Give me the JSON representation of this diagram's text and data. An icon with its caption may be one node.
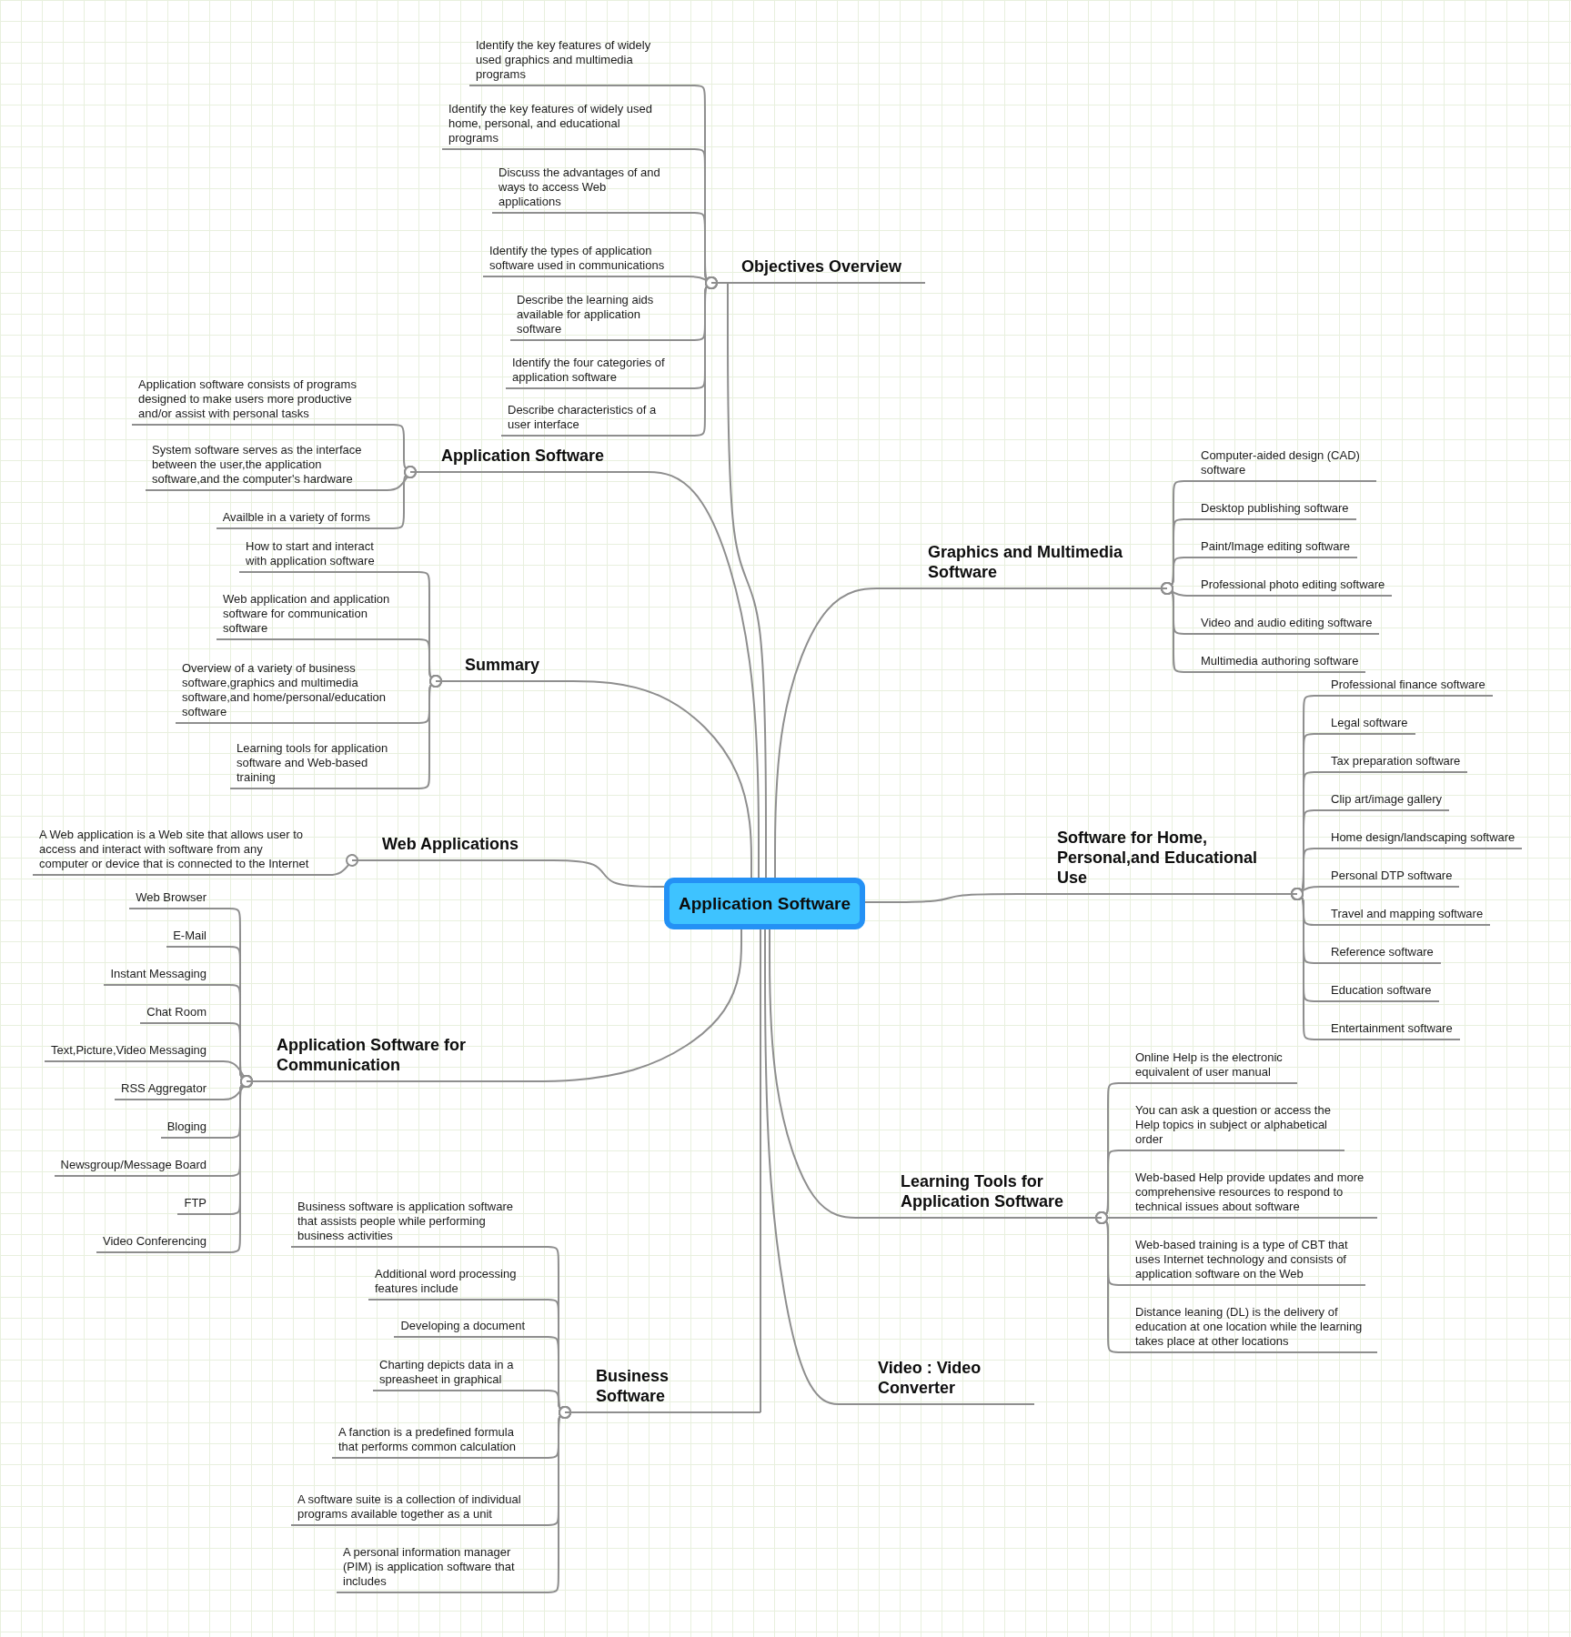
{
  "diagram": {
    "nodes": [
      {
        "text": [
          "Application Software"
        ]
      },
      {
        "text": [
          "Objectives Overview"
        ]
      },
      {
        "text": [
          "Identify the key features of widely used graphics and multimedia programs"
        ]
      },
      {
        "text": [
          "Identify the key features of widely used home, personal, and educational programs"
        ]
      },
      {
        "text": [
          "Discuss the advantages of and ways to access Web applications"
        ]
      },
      {
        "text": [
          "Identify the types of application software used in communications"
        ]
      },
      {
        "text": [
          "Describe the learning aids available for application software"
        ]
      },
      {
        "text": [
          "Identify the four categories of application software"
        ]
      },
      {
        "text": [
          "Describe characteristics of a user interface"
        ]
      },
      {
        "text": [
          "Graphics and Multimedia Software"
        ]
      },
      {
        "text": [
          "Computer-aided design (CAD) software"
        ]
      },
      {
        "text": [
          "Desktop publishing software"
        ]
      },
      {
        "text": [
          "Paint/Image editing software"
        ]
      },
      {
        "text": [
          "Professional photo editing software"
        ]
      },
      {
        "text": [
          "Video and audio editing software"
        ]
      },
      {
        "text": [
          "Multimedia authoring software"
        ]
      },
      {
        "text": [
          "Software for Home, Personal,and Educational Use"
        ]
      },
      {
        "text": [
          "Professional finance software"
        ]
      },
      {
        "text": [
          "Legal software"
        ]
      },
      {
        "text": [
          "Tax preparation software"
        ]
      },
      {
        "text": [
          "Clip art/image gallery"
        ]
      },
      {
        "text": [
          "Home design/landscaping software"
        ]
      },
      {
        "text": [
          "Personal DTP software"
        ]
      },
      {
        "text": [
          "Travel and mapping software"
        ]
      },
      {
        "text": [
          "Reference software"
        ]
      },
      {
        "text": [
          "Education software"
        ]
      },
      {
        "text": [
          "Entertainment software"
        ]
      },
      {
        "text": [
          "Learning Tools for Application Software"
        ]
      },
      {
        "text": [
          "Online Help is the electronic equivalent of user manual"
        ]
      },
      {
        "text": [
          "You can ask a question or access the Help topics in subject or alphabetical order"
        ]
      },
      {
        "text": [
          "Web-based Help provide updates and more comprehensive resources to respond to technical issues about software"
        ]
      },
      {
        "text": [
          "Web-based training is a type of CBT that uses Internet technology and consists of application software on the Web"
        ]
      },
      {
        "text": [
          "Distance leaning (DL) is the delivery of education at one location while the learning takes place at other locations"
        ]
      },
      {
        "text": [
          "Video : Video Converter"
        ]
      },
      {
        "text": [
          "Business Software"
        ]
      },
      {
        "text": [
          "Business software is application software that assists people while performing business activities"
        ]
      },
      {
        "text": [
          "Additional word processing features include"
        ]
      },
      {
        "text": [
          "Developing a document"
        ]
      },
      {
        "text": [
          "Charting depicts data in a spreasheet in graphical"
        ]
      },
      {
        "text": [
          "A fanction is a predefined formula that performs common calculation"
        ]
      },
      {
        "text": [
          "A software suite is a collection of individual programs available together as a unit"
        ]
      },
      {
        "text": [
          "A personal information manager (PIM) is application software that includes"
        ]
      },
      {
        "text": [
          "Application Software for Communication"
        ]
      },
      {
        "text": [
          "Web Browser"
        ]
      },
      {
        "text": [
          "E-Mail"
        ]
      },
      {
        "text": [
          "Instant Messaging"
        ]
      },
      {
        "text": [
          "Chat Room"
        ]
      },
      {
        "text": [
          "Text,Picture,Video Messaging"
        ]
      },
      {
        "text": [
          "RSS Aggregator"
        ]
      },
      {
        "text": [
          "Bloging"
        ]
      },
      {
        "text": [
          "Newsgroup/Message Board"
        ]
      },
      {
        "text": [
          "FTP"
        ]
      },
      {
        "text": [
          "Video Conferencing"
        ]
      },
      {
        "text": [
          "Web Applications"
        ]
      },
      {
        "text": [
          "A Web application is a Web site that allows user to access and interact with software from any computer or device that is connected to the Internet"
        ]
      },
      {
        "text": [
          "Summary"
        ]
      },
      {
        "text": [
          "How to start and interact with application software"
        ]
      },
      {
        "text": [
          "Web application and application software for communication software"
        ]
      },
      {
        "text": [
          "Overview of a variety of business software,graphics and multimedia software,and home/personal/education software"
        ]
      },
      {
        "text": [
          "Learning tools for application software and Web-based training"
        ]
      },
      {
        "text": [
          "Application Software"
        ]
      },
      {
        "text": [
          "Application software consists of programs designed to make users more productive and/or assist with personal tasks"
        ]
      },
      {
        "text": [
          "System software serves as the interface between the user,the application software,and the computer's hardware"
        ]
      },
      {
        "text": [
          "Availble in a variety of forms"
        ]
      }
    ],
    "edges": [
      {
        "from": 0,
        "to": 1,
        "arrow": "none"
      },
      {
        "from": 0,
        "to": 9,
        "arrow": "none"
      },
      {
        "from": 0,
        "to": 16,
        "arrow": "none"
      },
      {
        "from": 0,
        "to": 27,
        "arrow": "none"
      },
      {
        "from": 0,
        "to": 33,
        "arrow": "none"
      },
      {
        "from": 0,
        "to": 34,
        "arrow": "none"
      },
      {
        "from": 0,
        "to": 42,
        "arrow": "none"
      },
      {
        "from": 0,
        "to": 53,
        "arrow": "none"
      },
      {
        "from": 0,
        "to": 55,
        "arrow": "none"
      },
      {
        "from": 0,
        "to": 60,
        "arrow": "none"
      },
      {
        "from": 1,
        "to": 2,
        "arrow": "other"
      },
      {
        "from": 1,
        "to": 3,
        "arrow": "other"
      },
      {
        "from": 1,
        "to": 4,
        "arrow": "other"
      },
      {
        "from": 1,
        "to": 5,
        "arrow": "other"
      },
      {
        "from": 1,
        "to": 6,
        "arrow": "other"
      },
      {
        "from": 1,
        "to": 7,
        "arrow": "other"
      },
      {
        "from": 1,
        "to": 8,
        "arrow": "other"
      },
      {
        "from": 9,
        "to": 10,
        "arrow": "other"
      },
      {
        "from": 9,
        "to": 11,
        "arrow": "other"
      },
      {
        "from": 9,
        "to": 12,
        "arrow": "other"
      },
      {
        "from": 9,
        "to": 13,
        "arrow": "other"
      },
      {
        "from": 9,
        "to": 14,
        "arrow": "other"
      },
      {
        "from": 9,
        "to": 15,
        "arrow": "other"
      },
      {
        "from": 16,
        "to": 17,
        "arrow": "other"
      },
      {
        "from": 16,
        "to": 18,
        "arrow": "other"
      },
      {
        "from": 16,
        "to": 19,
        "arrow": "other"
      },
      {
        "from": 16,
        "to": 20,
        "arrow": "other"
      },
      {
        "from": 16,
        "to": 21,
        "arrow": "other"
      },
      {
        "from": 16,
        "to": 22,
        "arrow": "other"
      },
      {
        "from": 16,
        "to": 23,
        "arrow": "other"
      },
      {
        "from": 16,
        "to": 24,
        "arrow": "other"
      },
      {
        "from": 16,
        "to": 25,
        "arrow": "other"
      },
      {
        "from": 16,
        "to": 26,
        "arrow": "other"
      },
      {
        "from": 27,
        "to": 28,
        "arrow": "other"
      },
      {
        "from": 27,
        "to": 29,
        "arrow": "other"
      },
      {
        "from": 27,
        "to": 30,
        "arrow": "other"
      },
      {
        "from": 27,
        "to": 31,
        "arrow": "other"
      },
      {
        "from": 27,
        "to": 32,
        "arrow": "other"
      },
      {
        "from": 34,
        "to": 35,
        "arrow": "other"
      },
      {
        "from": 34,
        "to": 36,
        "arrow": "other"
      },
      {
        "from": 34,
        "to": 37,
        "arrow": "other"
      },
      {
        "from": 34,
        "to": 38,
        "arrow": "other"
      },
      {
        "from": 34,
        "to": 39,
        "arrow": "other"
      },
      {
        "from": 34,
        "to": 40,
        "arrow": "other"
      },
      {
        "from": 34,
        "to": 41,
        "arrow": "other"
      },
      {
        "from": 42,
        "to": 43,
        "arrow": "other"
      },
      {
        "from": 42,
        "to": 44,
        "arrow": "other"
      },
      {
        "from": 42,
        "to": 45,
        "arrow": "other"
      },
      {
        "from": 42,
        "to": 46,
        "arrow": "other"
      },
      {
        "from": 42,
        "to": 47,
        "arrow": "other"
      },
      {
        "from": 42,
        "to": 48,
        "arrow": "other"
      },
      {
        "from": 42,
        "to": 49,
        "arrow": "other"
      },
      {
        "from": 42,
        "to": 50,
        "arrow": "other"
      },
      {
        "from": 42,
        "to": 51,
        "arrow": "other"
      },
      {
        "from": 42,
        "to": 52,
        "arrow": "other"
      },
      {
        "from": 53,
        "to": 54,
        "arrow": "other"
      },
      {
        "from": 55,
        "to": 56,
        "arrow": "other"
      },
      {
        "from": 55,
        "to": 57,
        "arrow": "other"
      },
      {
        "from": 55,
        "to": 58,
        "arrow": "other"
      },
      {
        "from": 55,
        "to": 59,
        "arrow": "other"
      },
      {
        "from": 60,
        "to": 61,
        "arrow": "other"
      },
      {
        "from": 60,
        "to": 62,
        "arrow": "other"
      },
      {
        "from": 60,
        "to": 63,
        "arrow": "other"
      }
    ]
  }
}
